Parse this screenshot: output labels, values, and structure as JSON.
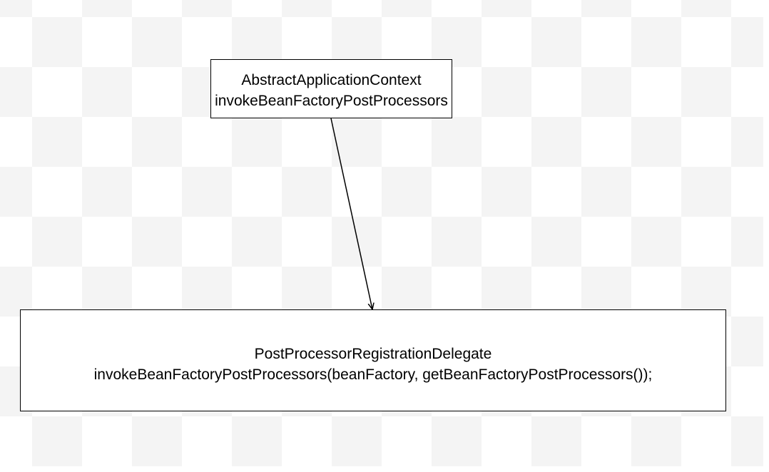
{
  "diagram": {
    "nodes": [
      {
        "id": "abstract-application-context",
        "lines": [
          "AbstractApplicationContext",
          "invokeBeanFactoryPostProcessors"
        ]
      },
      {
        "id": "post-processor-registration-delegate",
        "lines": [
          "PostProcessorRegistrationDelegate",
          "invokeBeanFactoryPostProcessors(beanFactory, getBeanFactoryPostProcessors());"
        ]
      }
    ],
    "edges": [
      {
        "from": "abstract-application-context",
        "to": "post-processor-registration-delegate"
      }
    ],
    "colors": {
      "stroke": "#000000",
      "node_fill": "#ffffff",
      "checker_light": "#ffffff",
      "checker_dark": "#f4f4f4"
    }
  }
}
